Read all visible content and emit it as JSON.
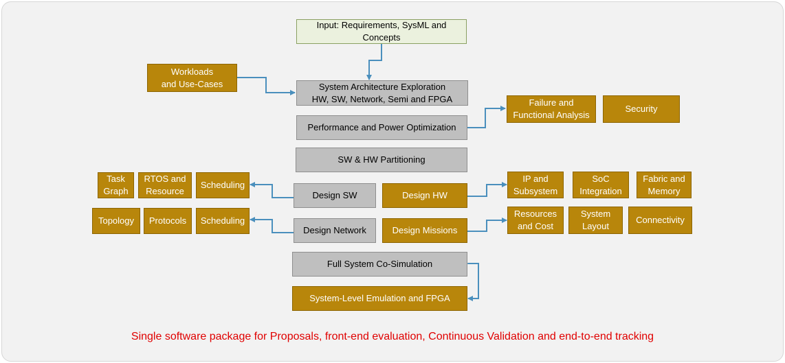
{
  "colors": {
    "input_fill": "#ebf1de",
    "gray_fill": "#bfbfbf",
    "gold_fill": "#b8860b",
    "arrow": "#4a8fbd",
    "footer_text": "#e00000"
  },
  "nodes": {
    "input": "Input: Requirements, SysML and\nConcepts",
    "workloads": "Workloads\nand Use-Cases",
    "arch": "System Architecture Exploration\nHW, SW, Network, Semi and FPGA",
    "failure": "Failure and\nFunctional Analysis",
    "security": "Security",
    "perf": "Performance and Power Optimization",
    "partition": "SW & HW Partitioning",
    "task_graph": "Task\nGraph",
    "rtos": "RTOS and\nResource",
    "sched_sw": "Scheduling",
    "design_sw": "Design SW",
    "design_hw": "Design HW",
    "ip": "IP and\nSubsystem",
    "soc": "SoC\nIntegration",
    "fabric": "Fabric and\nMemory",
    "topology": "Topology",
    "protocols": "Protocols",
    "sched_net": "Scheduling",
    "design_net": "Design Network",
    "design_missions": "Design Missions",
    "resources": "Resources\nand Cost",
    "layout": "System\nLayout",
    "connectivity": "Connectivity",
    "cosim": "Full System Co-Simulation",
    "emulation": "System-Level Emulation and FPGA"
  },
  "footer": "Single software package for Proposals, front-end evaluation, Continuous Validation and end-to-end tracking"
}
